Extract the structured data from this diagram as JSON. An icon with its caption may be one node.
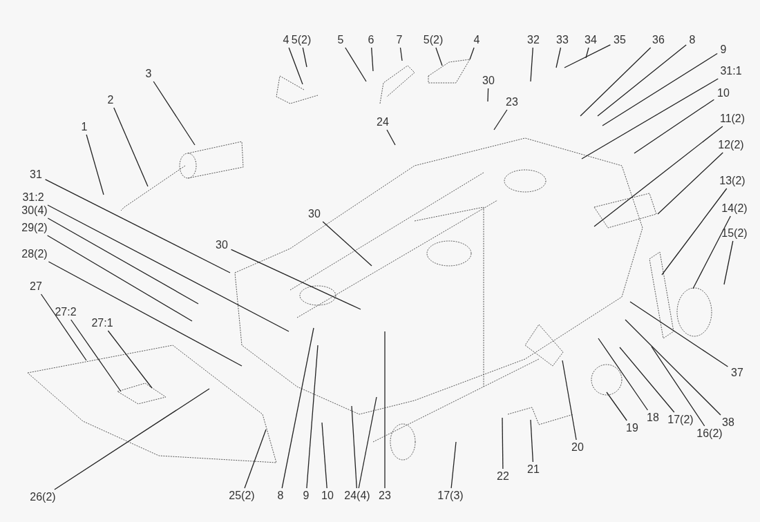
{
  "diagram": {
    "nodes": [
      {
        "text": [
          "4"
        ]
      },
      {
        "text": [
          "5(2)"
        ]
      },
      {
        "text": [
          "5"
        ]
      },
      {
        "text": [
          "6"
        ]
      },
      {
        "text": [
          "7"
        ]
      },
      {
        "text": [
          "5(2)"
        ]
      },
      {
        "text": [
          "4"
        ]
      },
      {
        "text": [
          "32"
        ]
      },
      {
        "text": [
          "33"
        ]
      },
      {
        "text": [
          "34"
        ]
      },
      {
        "text": [
          "35"
        ]
      },
      {
        "text": [
          "36"
        ]
      },
      {
        "text": [
          "8"
        ]
      },
      {
        "text": [
          "9"
        ]
      },
      {
        "text": [
          "31:1"
        ]
      },
      {
        "text": [
          "10"
        ]
      },
      {
        "text": [
          "11(2)"
        ]
      },
      {
        "text": [
          "12(2)"
        ]
      },
      {
        "text": [
          "13(2)"
        ]
      },
      {
        "text": [
          "14(2)"
        ]
      },
      {
        "text": [
          "15(2)"
        ]
      },
      {
        "text": [
          "3"
        ]
      },
      {
        "text": [
          "2"
        ]
      },
      {
        "text": [
          "1"
        ]
      },
      {
        "text": [
          "30"
        ]
      },
      {
        "text": [
          "23"
        ]
      },
      {
        "text": [
          "24"
        ]
      },
      {
        "text": [
          "31"
        ]
      },
      {
        "text": [
          "30"
        ]
      },
      {
        "text": [
          "31:2"
        ]
      },
      {
        "text": [
          "30(4)"
        ]
      },
      {
        "text": [
          "29(2)"
        ]
      },
      {
        "text": [
          "30"
        ]
      },
      {
        "text": [
          "28(2)"
        ]
      },
      {
        "text": [
          "27"
        ]
      },
      {
        "text": [
          "27:2"
        ]
      },
      {
        "text": [
          "27:1"
        ]
      },
      {
        "text": [
          "37"
        ]
      },
      {
        "text": [
          "38"
        ]
      },
      {
        "text": [
          "16(2)"
        ]
      },
      {
        "text": [
          "17(2)"
        ]
      },
      {
        "text": [
          "18"
        ]
      },
      {
        "text": [
          "19"
        ]
      },
      {
        "text": [
          "20"
        ]
      },
      {
        "text": [
          "21"
        ]
      },
      {
        "text": [
          "22"
        ]
      },
      {
        "text": [
          "17(3)"
        ]
      },
      {
        "text": [
          "23"
        ]
      },
      {
        "text": [
          "24(4)"
        ]
      },
      {
        "text": [
          "10"
        ]
      },
      {
        "text": [
          "9"
        ]
      },
      {
        "text": [
          "8"
        ]
      },
      {
        "text": [
          "25(2)"
        ]
      },
      {
        "text": [
          "26(2)"
        ]
      }
    ],
    "edges": [
      {
        "from": 0,
        "to": null,
        "arrow": "none"
      },
      {
        "from": 1,
        "to": null,
        "arrow": "none"
      },
      {
        "from": 2,
        "to": null,
        "arrow": "none"
      },
      {
        "from": 3,
        "to": null,
        "arrow": "none"
      },
      {
        "from": 4,
        "to": null,
        "arrow": "none"
      },
      {
        "from": 5,
        "to": null,
        "arrow": "none"
      },
      {
        "from": 6,
        "to": null,
        "arrow": "none"
      },
      {
        "from": 7,
        "to": null,
        "arrow": "none"
      },
      {
        "from": 8,
        "to": null,
        "arrow": "none"
      },
      {
        "from": 9,
        "to": null,
        "arrow": "none"
      },
      {
        "from": 10,
        "to": null,
        "arrow": "none"
      },
      {
        "from": 11,
        "to": null,
        "arrow": "none"
      },
      {
        "from": 12,
        "to": null,
        "arrow": "none"
      },
      {
        "from": 13,
        "to": null,
        "arrow": "none"
      },
      {
        "from": 14,
        "to": null,
        "arrow": "none"
      },
      {
        "from": 15,
        "to": null,
        "arrow": "none"
      },
      {
        "from": 16,
        "to": null,
        "arrow": "none"
      },
      {
        "from": 17,
        "to": null,
        "arrow": "none"
      },
      {
        "from": 18,
        "to": null,
        "arrow": "none"
      },
      {
        "from": 19,
        "to": null,
        "arrow": "none"
      },
      {
        "from": 20,
        "to": null,
        "arrow": "none"
      },
      {
        "from": 21,
        "to": null,
        "arrow": "none"
      },
      {
        "from": 22,
        "to": null,
        "arrow": "none"
      },
      {
        "from": 23,
        "to": null,
        "arrow": "none"
      },
      {
        "from": 24,
        "to": null,
        "arrow": "none"
      },
      {
        "from": 25,
        "to": null,
        "arrow": "none"
      },
      {
        "from": 26,
        "to": null,
        "arrow": "none"
      },
      {
        "from": 27,
        "to": null,
        "arrow": "none"
      },
      {
        "from": 28,
        "to": null,
        "arrow": "none"
      },
      {
        "from": 29,
        "to": null,
        "arrow": "none"
      },
      {
        "from": 30,
        "to": null,
        "arrow": "none"
      },
      {
        "from": 31,
        "to": null,
        "arrow": "none"
      },
      {
        "from": 32,
        "to": null,
        "arrow": "none"
      },
      {
        "from": 33,
        "to": null,
        "arrow": "none"
      },
      {
        "from": 34,
        "to": null,
        "arrow": "none"
      },
      {
        "from": 35,
        "to": null,
        "arrow": "none"
      },
      {
        "from": 36,
        "to": null,
        "arrow": "none"
      },
      {
        "from": 37,
        "to": null,
        "arrow": "none"
      },
      {
        "from": 38,
        "to": null,
        "arrow": "none"
      },
      {
        "from": 39,
        "to": null,
        "arrow": "none"
      },
      {
        "from": 40,
        "to": null,
        "arrow": "none"
      },
      {
        "from": 41,
        "to": null,
        "arrow": "none"
      },
      {
        "from": 42,
        "to": null,
        "arrow": "none"
      },
      {
        "from": 43,
        "to": null,
        "arrow": "none"
      },
      {
        "from": 44,
        "to": null,
        "arrow": "none"
      },
      {
        "from": 45,
        "to": null,
        "arrow": "none"
      },
      {
        "from": 46,
        "to": null,
        "arrow": "none"
      },
      {
        "from": 47,
        "to": null,
        "arrow": "none"
      },
      {
        "from": 48,
        "to": null,
        "arrow": "none"
      },
      {
        "from": 48,
        "to": null,
        "arrow": "none"
      },
      {
        "from": 49,
        "to": null,
        "arrow": "none"
      },
      {
        "from": 50,
        "to": null,
        "arrow": "none"
      },
      {
        "from": 51,
        "to": null,
        "arrow": "none"
      },
      {
        "from": 52,
        "to": null,
        "arrow": "none"
      },
      {
        "from": 53,
        "to": null,
        "arrow": "none"
      }
    ]
  }
}
